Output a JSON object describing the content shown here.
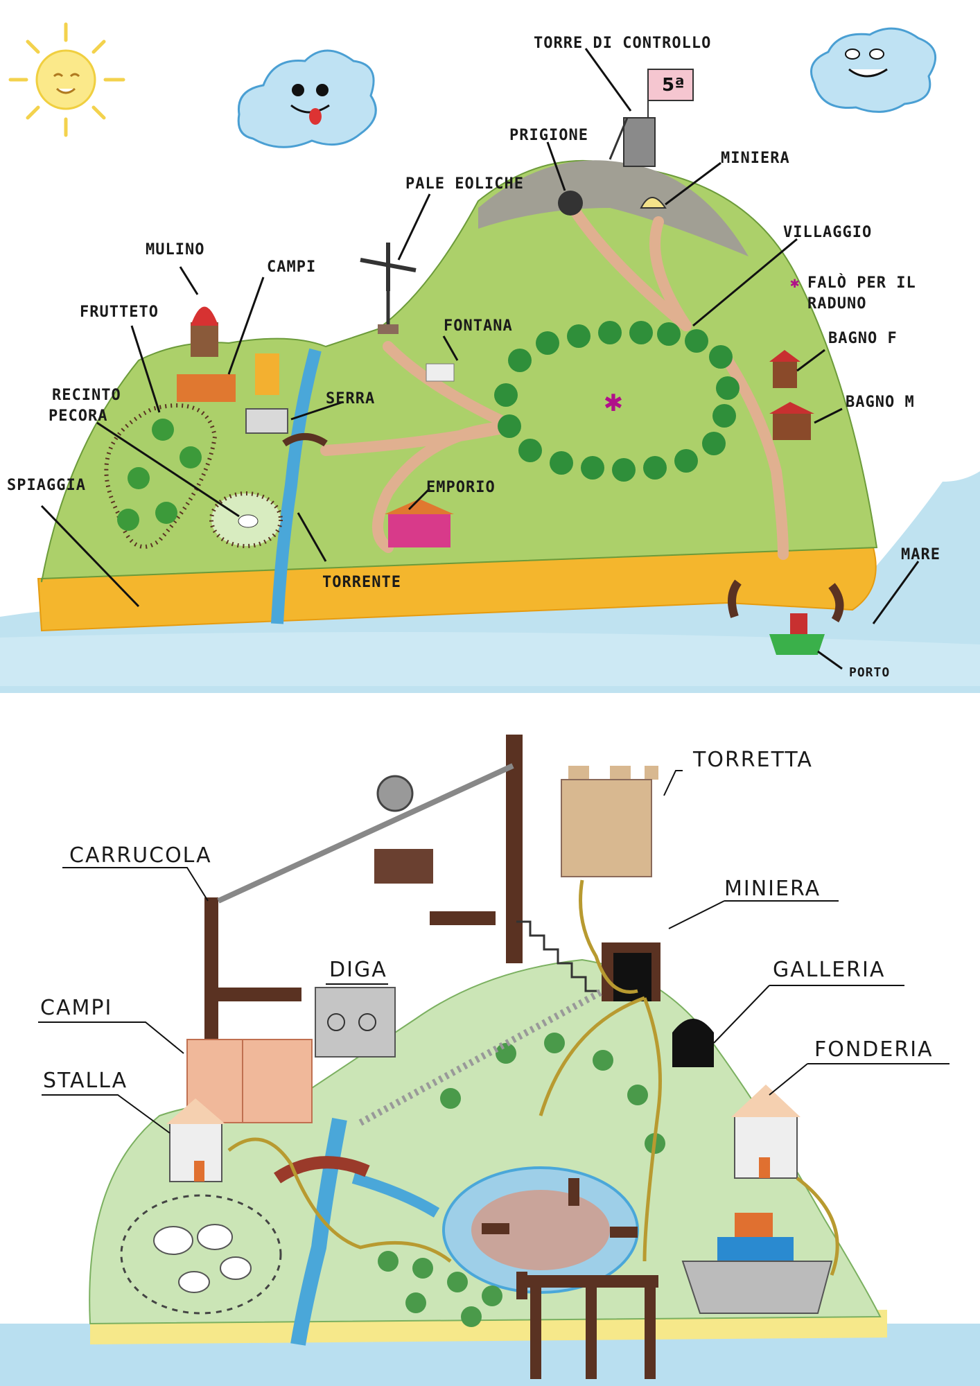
{
  "top_map": {
    "flag": "5ª",
    "labels": {
      "torre_di_controllo": "TORRE DI CONTROLLO",
      "prigione": "PRIGIONE",
      "miniera": "MINIERA",
      "pale_eoliche": "PALE EOLICHE",
      "villaggio": "VILLAGGIO",
      "falo_line1": "FALÒ PER IL",
      "falo_line2": "RADUNO",
      "mulino": "MULINO",
      "campi": "CAMPI",
      "frutteto": "FRUTTETO",
      "fontana": "FONTANA",
      "bagno_f": "BAGNO F",
      "bagno_m": "BAGNO M",
      "recinto_line1": "RECINTO",
      "recinto_line2": "PECORA",
      "serra": "SERRA",
      "spiaggia": "SPIAGGIA",
      "emporio": "EMPORIO",
      "torrente": "TORRENTE",
      "mare": "MARE",
      "porto": "PORTO"
    }
  },
  "bottom_map": {
    "labels": {
      "torretta": "TORRETTA",
      "carrucola": "CARRUCOLA",
      "miniera": "MINIERA",
      "diga": "DIGA",
      "galleria": "GALLERIA",
      "campi": "CAMPI",
      "fonderia": "FONDERIA",
      "stalla": "STALLA"
    }
  },
  "colors": {
    "sea": "#b9dff0",
    "sand": "#f3b42c",
    "grass": "#a9cf6a",
    "grass_light": "#c8e3b0",
    "mountain": "#9a9a8c",
    "river": "#4aa7d9",
    "path": "#e0b090",
    "tree": "#2f8f3a",
    "brown": "#5a3222"
  }
}
